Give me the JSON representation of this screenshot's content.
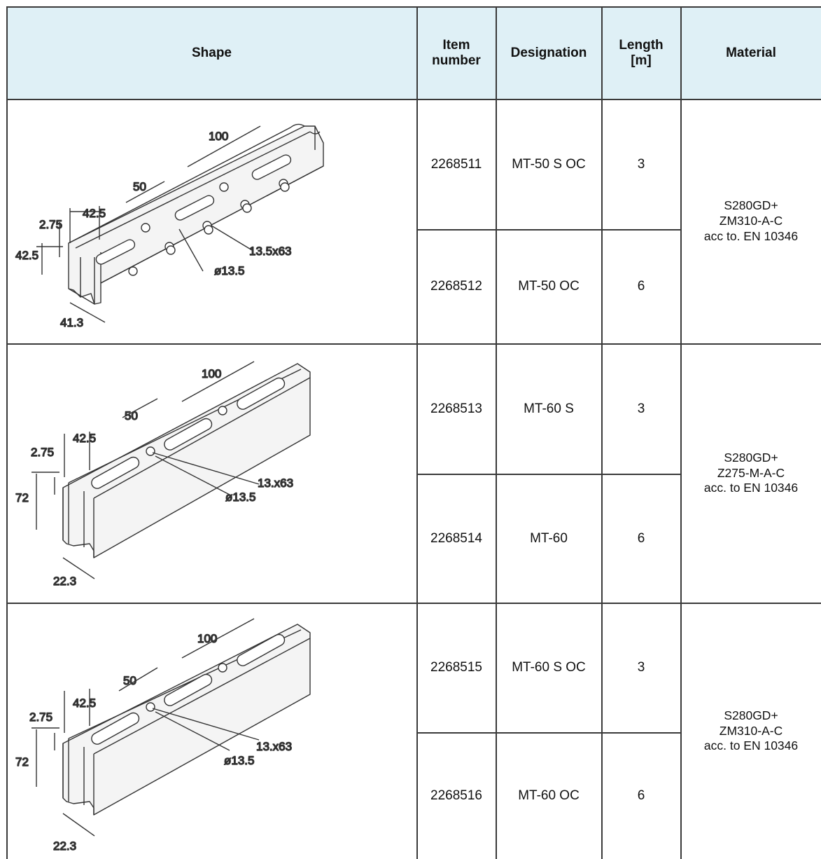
{
  "header": {
    "shape": "Shape",
    "item_number": "Item\nnumber",
    "designation": "Designation",
    "length": "Length\n[m]",
    "material": "Material"
  },
  "groups": [
    {
      "shape_dims": {
        "pitch_long": "100",
        "pitch_short": "50",
        "flange": "42.5",
        "thickness": "2.75",
        "height": "42.5",
        "slot": "13.5x63",
        "hole": "ø13.5",
        "opening": "41.3"
      },
      "rows": [
        {
          "item": "2268511",
          "designation": "MT-50 S OC",
          "length": "3"
        },
        {
          "item": "2268512",
          "designation": "MT-50 OC",
          "length": "6"
        }
      ],
      "material": "S280GD+\nZM310-A-C\nacc to. EN 10346"
    },
    {
      "shape_dims": {
        "pitch_long": "100",
        "pitch_short": "50",
        "flange": "42.5",
        "thickness": "2.75",
        "height": "72",
        "slot": "13.x63",
        "hole": "ø13.5",
        "opening": "22.3"
      },
      "rows": [
        {
          "item": "2268513",
          "designation": "MT-60 S",
          "length": "3"
        },
        {
          "item": "2268514",
          "designation": "MT-60",
          "length": "6"
        }
      ],
      "material": "S280GD+\nZ275-M-A-C\nacc. to EN 10346"
    },
    {
      "shape_dims": {
        "pitch_long": "100",
        "pitch_short": "50",
        "flange": "42.5",
        "thickness": "2.75",
        "height": "72",
        "slot": "13.x63",
        "hole": "ø13.5",
        "opening": "22.3"
      },
      "rows": [
        {
          "item": "2268515",
          "designation": "MT-60 S OC",
          "length": "3"
        },
        {
          "item": "2268516",
          "designation": "MT-60 OC",
          "length": "6"
        }
      ],
      "material": "S280GD+\nZM310-A-C\nacc. to EN 10346"
    }
  ]
}
